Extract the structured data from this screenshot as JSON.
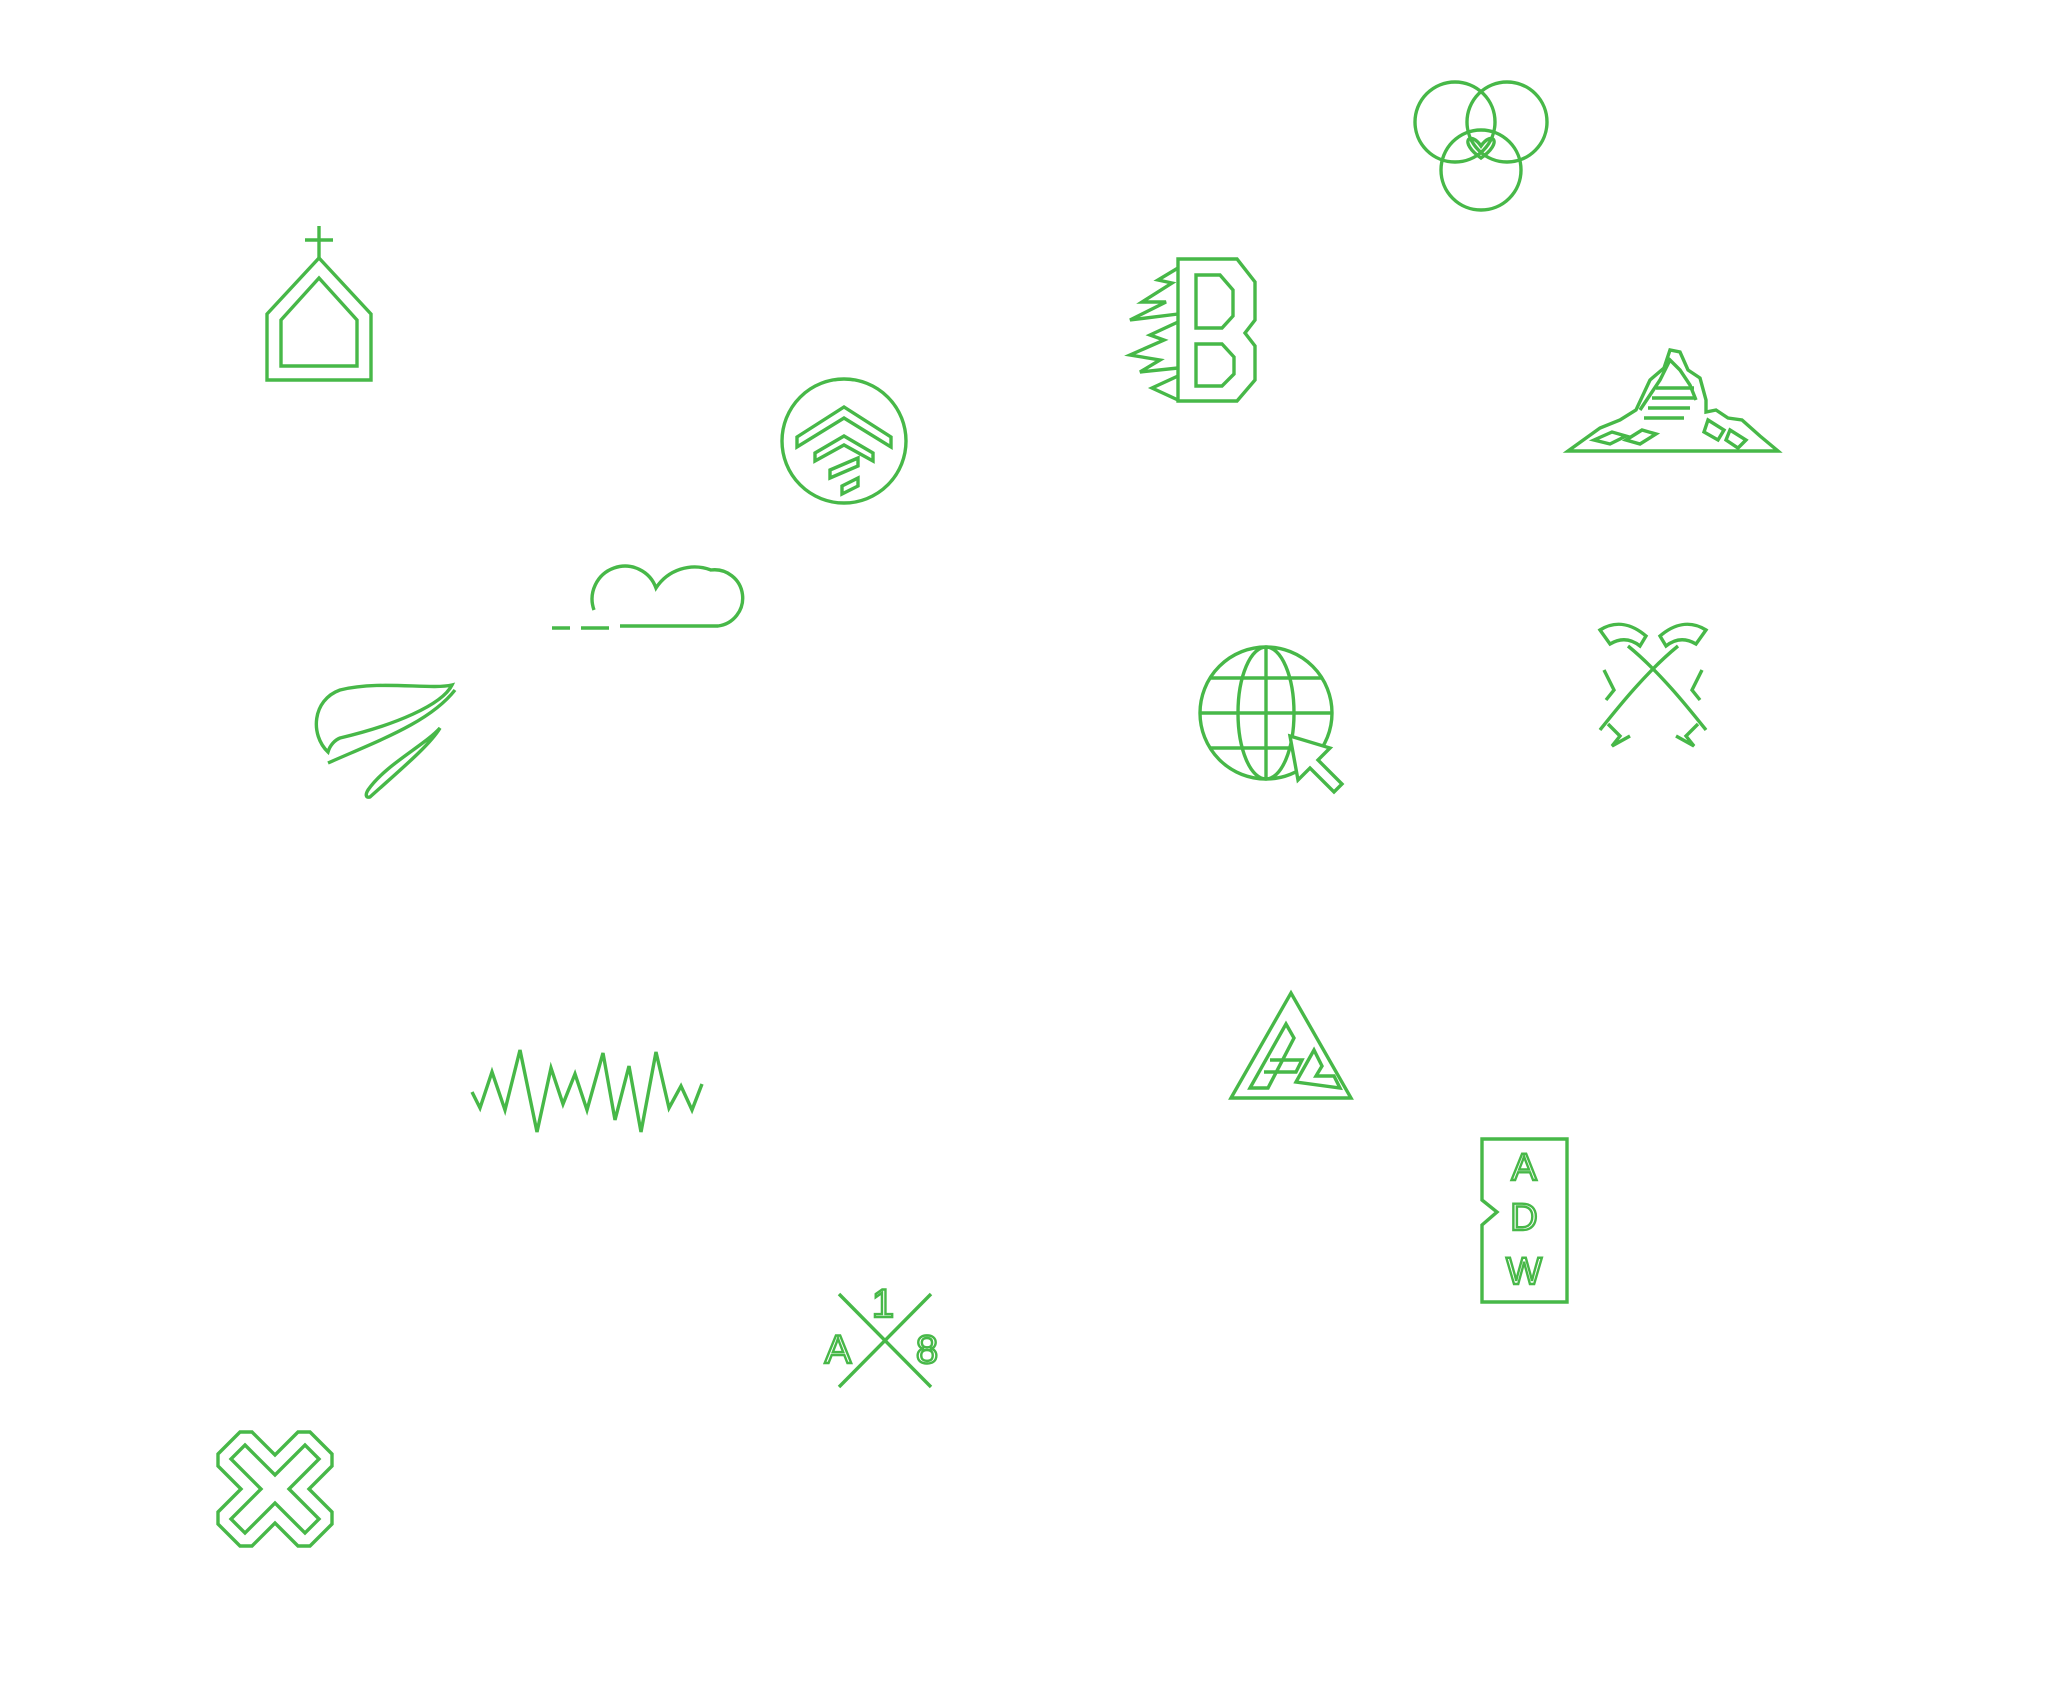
{
  "page": {
    "background": "#ffffff",
    "accent_color": "#47b848"
  },
  "logos": [
    {
      "id": "chapel",
      "icon": "chapel-cross-icon",
      "text": ""
    },
    {
      "id": "up-chevrons-circle",
      "icon": "chevron-up-circle-icon",
      "text": ""
    },
    {
      "id": "cloud",
      "icon": "cloud-dashed-icon",
      "text": ""
    },
    {
      "id": "wing",
      "icon": "wing-swoosh-icon",
      "text": ""
    },
    {
      "id": "soundwave",
      "icon": "soundwave-icon",
      "text": ""
    },
    {
      "id": "letter-b",
      "icon": "letter-b-lightning-icon",
      "text": ""
    },
    {
      "id": "three-circles",
      "icon": "three-circles-heart-icon",
      "text": ""
    },
    {
      "id": "mountain",
      "icon": "mountain-peak-icon",
      "text": ""
    },
    {
      "id": "globe-cursor",
      "icon": "globe-cursor-icon",
      "text": ""
    },
    {
      "id": "ice-axes",
      "icon": "crossed-ice-axes-icon",
      "text": ""
    },
    {
      "id": "ahc-triangle",
      "icon": "ahc-triangle-icon",
      "text": ""
    },
    {
      "id": "adw-tag",
      "icon": "adw-tag-icon",
      "text": "ADW"
    },
    {
      "id": "a18-cross",
      "icon": "a18-cross-icon",
      "text": ""
    },
    {
      "id": "x-mark",
      "icon": "double-x-icon",
      "text": ""
    }
  ],
  "a18": {
    "top": "1",
    "left": "A",
    "right": "8"
  },
  "adw": {
    "l1": "A",
    "l2": "D",
    "l3": "W"
  }
}
